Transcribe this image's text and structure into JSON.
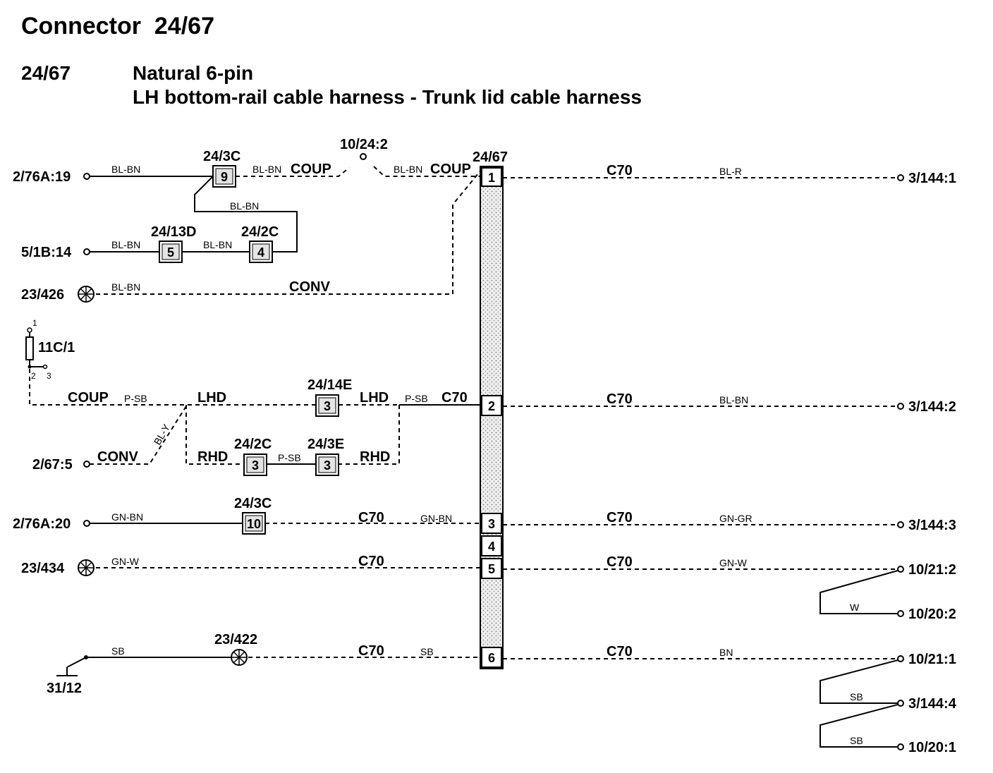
{
  "header": {
    "title": "Connector  24/67",
    "code": "24/67",
    "line1": "Natural 6-pin",
    "line2": "LH bottom-rail cable harness - Trunk lid cable harness"
  },
  "endpoints": {
    "left_2_76a_19": "2/76A:19",
    "left_5_1b_14": "5/1B:14",
    "left_23_426": "23/426",
    "fuse_11c_1": "11C/1",
    "left_2_67_5": "2/67:5",
    "left_2_76a_20": "2/76A:20",
    "left_23_434": "23/434",
    "ground_31_12": "31/12",
    "right_3_144_1": "3/144:1",
    "right_3_144_2": "3/144:2",
    "right_3_144_3": "3/144:3",
    "right_10_21_2": "10/21:2",
    "right_10_20_2": "10/20:2",
    "right_10_21_1": "10/21:1",
    "right_3_144_4": "3/144:4",
    "right_10_20_1": "10/20:1",
    "splice_10_24_2": "10/24:2",
    "connector_23_422": "23/422"
  },
  "connectors": {
    "c_24_3c_a": {
      "name": "24/3C",
      "pin": "9"
    },
    "c_24_13d": {
      "name": "24/13D",
      "pin": "5"
    },
    "c_24_2c_a": {
      "name": "24/2C",
      "pin": "4"
    },
    "c_24_14e": {
      "name": "24/14E",
      "pin": "3"
    },
    "c_24_2c_b": {
      "name": "24/2C",
      "pin": "3"
    },
    "c_24_3e": {
      "name": "24/3E",
      "pin": "3"
    },
    "c_24_3c_b": {
      "name": "24/3C",
      "pin": "10"
    },
    "main": {
      "name": "24/67",
      "pins": [
        "1",
        "2",
        "3",
        "4",
        "5",
        "6"
      ]
    }
  },
  "fuse_terminals": [
    "1",
    "2",
    "3"
  ],
  "labels": {
    "bl_bn": "BL-BN",
    "bl_r": "BL-R",
    "coup": "COUP",
    "conv": "CONV",
    "c70": "C70",
    "lhd": "LHD",
    "rhd": "RHD",
    "p_sb": "P-SB",
    "bl_y": "BL-Y",
    "gn_bn": "GN-BN",
    "gn_gr": "GN-GR",
    "gn_w": "GN-W",
    "sb": "SB",
    "bn": "BN",
    "w": "W"
  }
}
